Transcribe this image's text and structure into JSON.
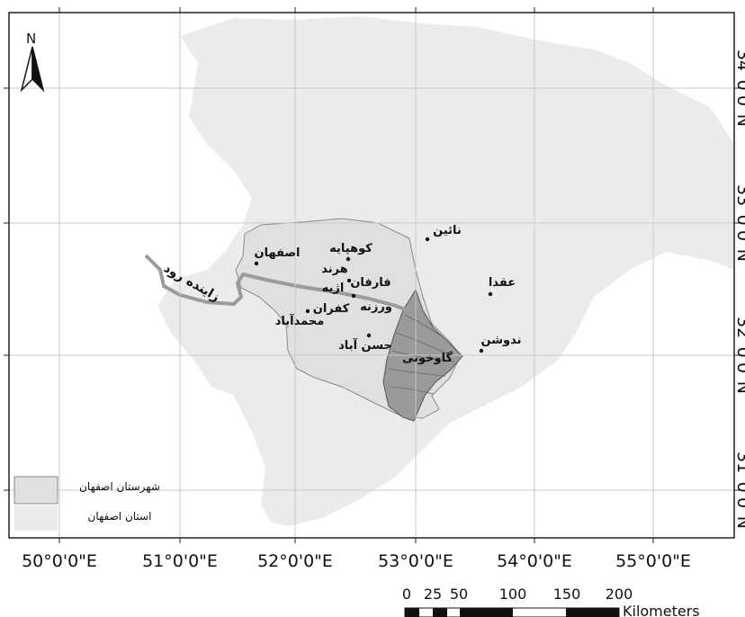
{
  "north_label": "N",
  "lon_labels": [
    "50°0'0\"E",
    "51°0'0\"E",
    "52°0'0\"E",
    "53°0'0\"E",
    "54°0'0\"E",
    "55°0'0\"E"
  ],
  "lat_labels": [
    "34°0'0\"N",
    "33°0'0\"N",
    "32°0'0\"N",
    "31°0'0\"N"
  ],
  "cities": [
    {
      "name": "نائین"
    },
    {
      "name": "کوهپایه"
    },
    {
      "name": "اصفهان"
    },
    {
      "name": "هرند"
    },
    {
      "name": "فارفان"
    },
    {
      "name": "اژیه"
    },
    {
      "name": "ورزنه"
    },
    {
      "name": "کفران"
    },
    {
      "name": "محمدآباد"
    },
    {
      "name": "عقدا"
    },
    {
      "name": "ندوشن"
    },
    {
      "name": "حسن آباد"
    },
    {
      "name": "گاوخونی"
    }
  ],
  "river_label": "زاینده رود",
  "legend": {
    "county": "شهرستان اصفهان",
    "province": "استان اصفهان"
  },
  "scale": {
    "ticks": [
      "0",
      "25",
      "50",
      "100",
      "150",
      "200"
    ],
    "units": "Kilometers"
  },
  "colors": {
    "province_fill": "#ebebeb",
    "county_fill": "#e0e0e0",
    "wetland_fill": "#9a9a9a",
    "river": "#9b9b9b",
    "grid": "#c8c8c8"
  }
}
